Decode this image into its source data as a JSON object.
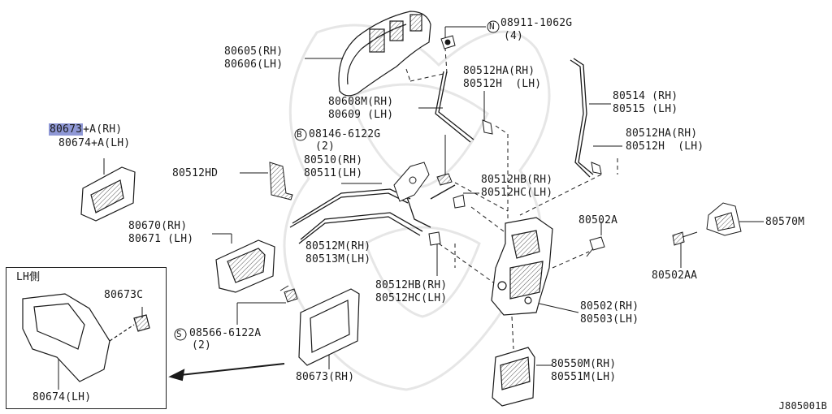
{
  "labels": {
    "l_80605": "80605(RH)",
    "l_80606": "80606(LH)",
    "l_08911_a": "08911-1062G",
    "l_08911_b": "(4)",
    "l_80512ha_rh_a": "80512HA(RH)",
    "l_80512h_lh_a": "80512H  (LH)",
    "l_80608m": "80608M(RH)",
    "l_80609": "80609 (LH)",
    "l_80514": "80514 (RH)",
    "l_80515": "80515 (LH)",
    "l_80673_hl": "80673",
    "l_80673_tail": "+A(RH)",
    "l_80674a": "80674+A(LH)",
    "l_08146_a": "08146-6122G",
    "l_08146_b": "(2)",
    "l_80510": "80510(RH)",
    "l_80511": "80511(LH)",
    "l_80512ha_rh_b": "80512HA(RH)",
    "l_80512h_lh_b": "80512H  (LH)",
    "l_80512hd": "80512HD",
    "l_80512hb_rh_a": "80512HB(RH)",
    "l_80512hc_lh_a": "80512HC(LH)",
    "l_80502a": "80502A",
    "l_80570m": "80570M",
    "l_80670": "80670(RH)",
    "l_80671": "80671 (LH)",
    "l_80512m": "80512M(RH)",
    "l_80513m": "80513M(LH)",
    "l_80502aa": "80502AA",
    "l_lh_side": "LH側",
    "l_80673c": "80673C",
    "l_80512hb_rh_b": "80512HB(RH)",
    "l_80512hc_lh_b": "80512HC(LH)",
    "l_80502": "80502(RH)",
    "l_80503": "80503(LH)",
    "l_08566_a": "08566-6122A",
    "l_08566_b": "(2)",
    "l_80673_rh": "80673(RH)",
    "l_80550m": "80550M(RH)",
    "l_80551m": "80551M(LH)",
    "l_80674_lh": "80674(LH)",
    "l_code": "J805001B"
  },
  "symbols": {
    "n": "N",
    "b": "B",
    "s": "S"
  },
  "colors": {
    "line": "#1a1a1a",
    "highlight": "#8f98d6",
    "watermark": "#e6e6e6"
  }
}
